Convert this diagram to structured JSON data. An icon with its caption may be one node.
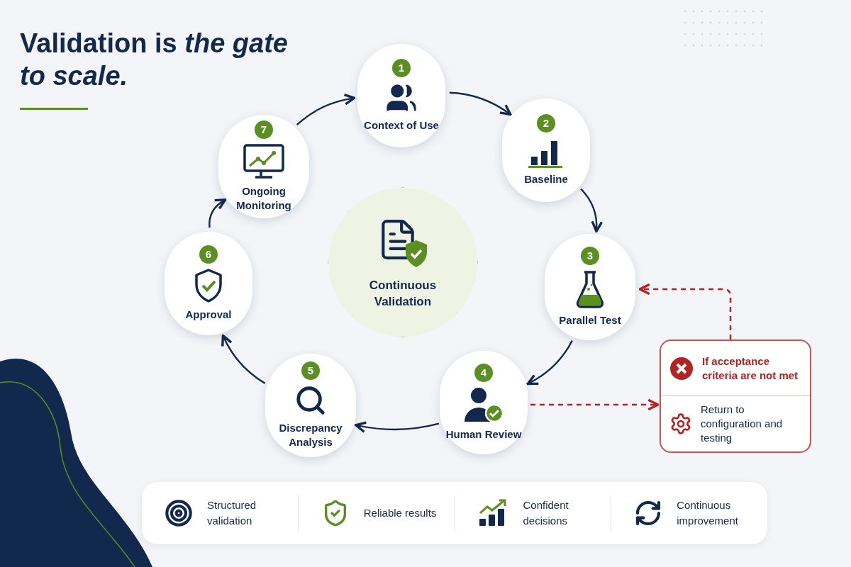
{
  "diagram": {
    "title": "Validation is *the gate to scale.*",
    "nodes": [
      {
        "text": [
          "1",
          "Context of Use"
        ]
      },
      {
        "text": [
          "2",
          "Baseline"
        ]
      },
      {
        "text": [
          "3",
          "Parallel Test"
        ]
      },
      {
        "text": [
          "4",
          "Human Review"
        ]
      },
      {
        "text": [
          "5",
          "Discrepancy Analysis"
        ]
      },
      {
        "text": [
          "6",
          "Approval"
        ]
      },
      {
        "text": [
          "7",
          "Ongoing Monitoring"
        ]
      },
      {
        "text": [
          "Continuous Validation"
        ]
      },
      {
        "text": [
          "If acceptance criteria are not met",
          "Return to configuration and testing"
        ]
      }
    ],
    "edges": [
      {
        "from": 0,
        "to": 1,
        "arrow": "to"
      },
      {
        "from": 1,
        "to": 2,
        "arrow": "to"
      },
      {
        "from": 2,
        "to": 3,
        "arrow": "to"
      },
      {
        "from": 3,
        "to": 4,
        "arrow": "to"
      },
      {
        "from": 4,
        "to": 5,
        "arrow": "to"
      },
      {
        "from": 5,
        "to": 6,
        "arrow": "to"
      },
      {
        "from": 6,
        "to": 0,
        "arrow": "to"
      },
      {
        "from": 3,
        "to": 8,
        "arrow": "to",
        "style": "dashed",
        "color": "#b42323"
      },
      {
        "from": 8,
        "to": 2,
        "arrow": "to",
        "style": "dashed",
        "color": "#b42323"
      }
    ],
    "labels": [
      "Structured validation",
      "Reliable results",
      "Confident decisions",
      "Continuous improvement"
    ]
  }
}
